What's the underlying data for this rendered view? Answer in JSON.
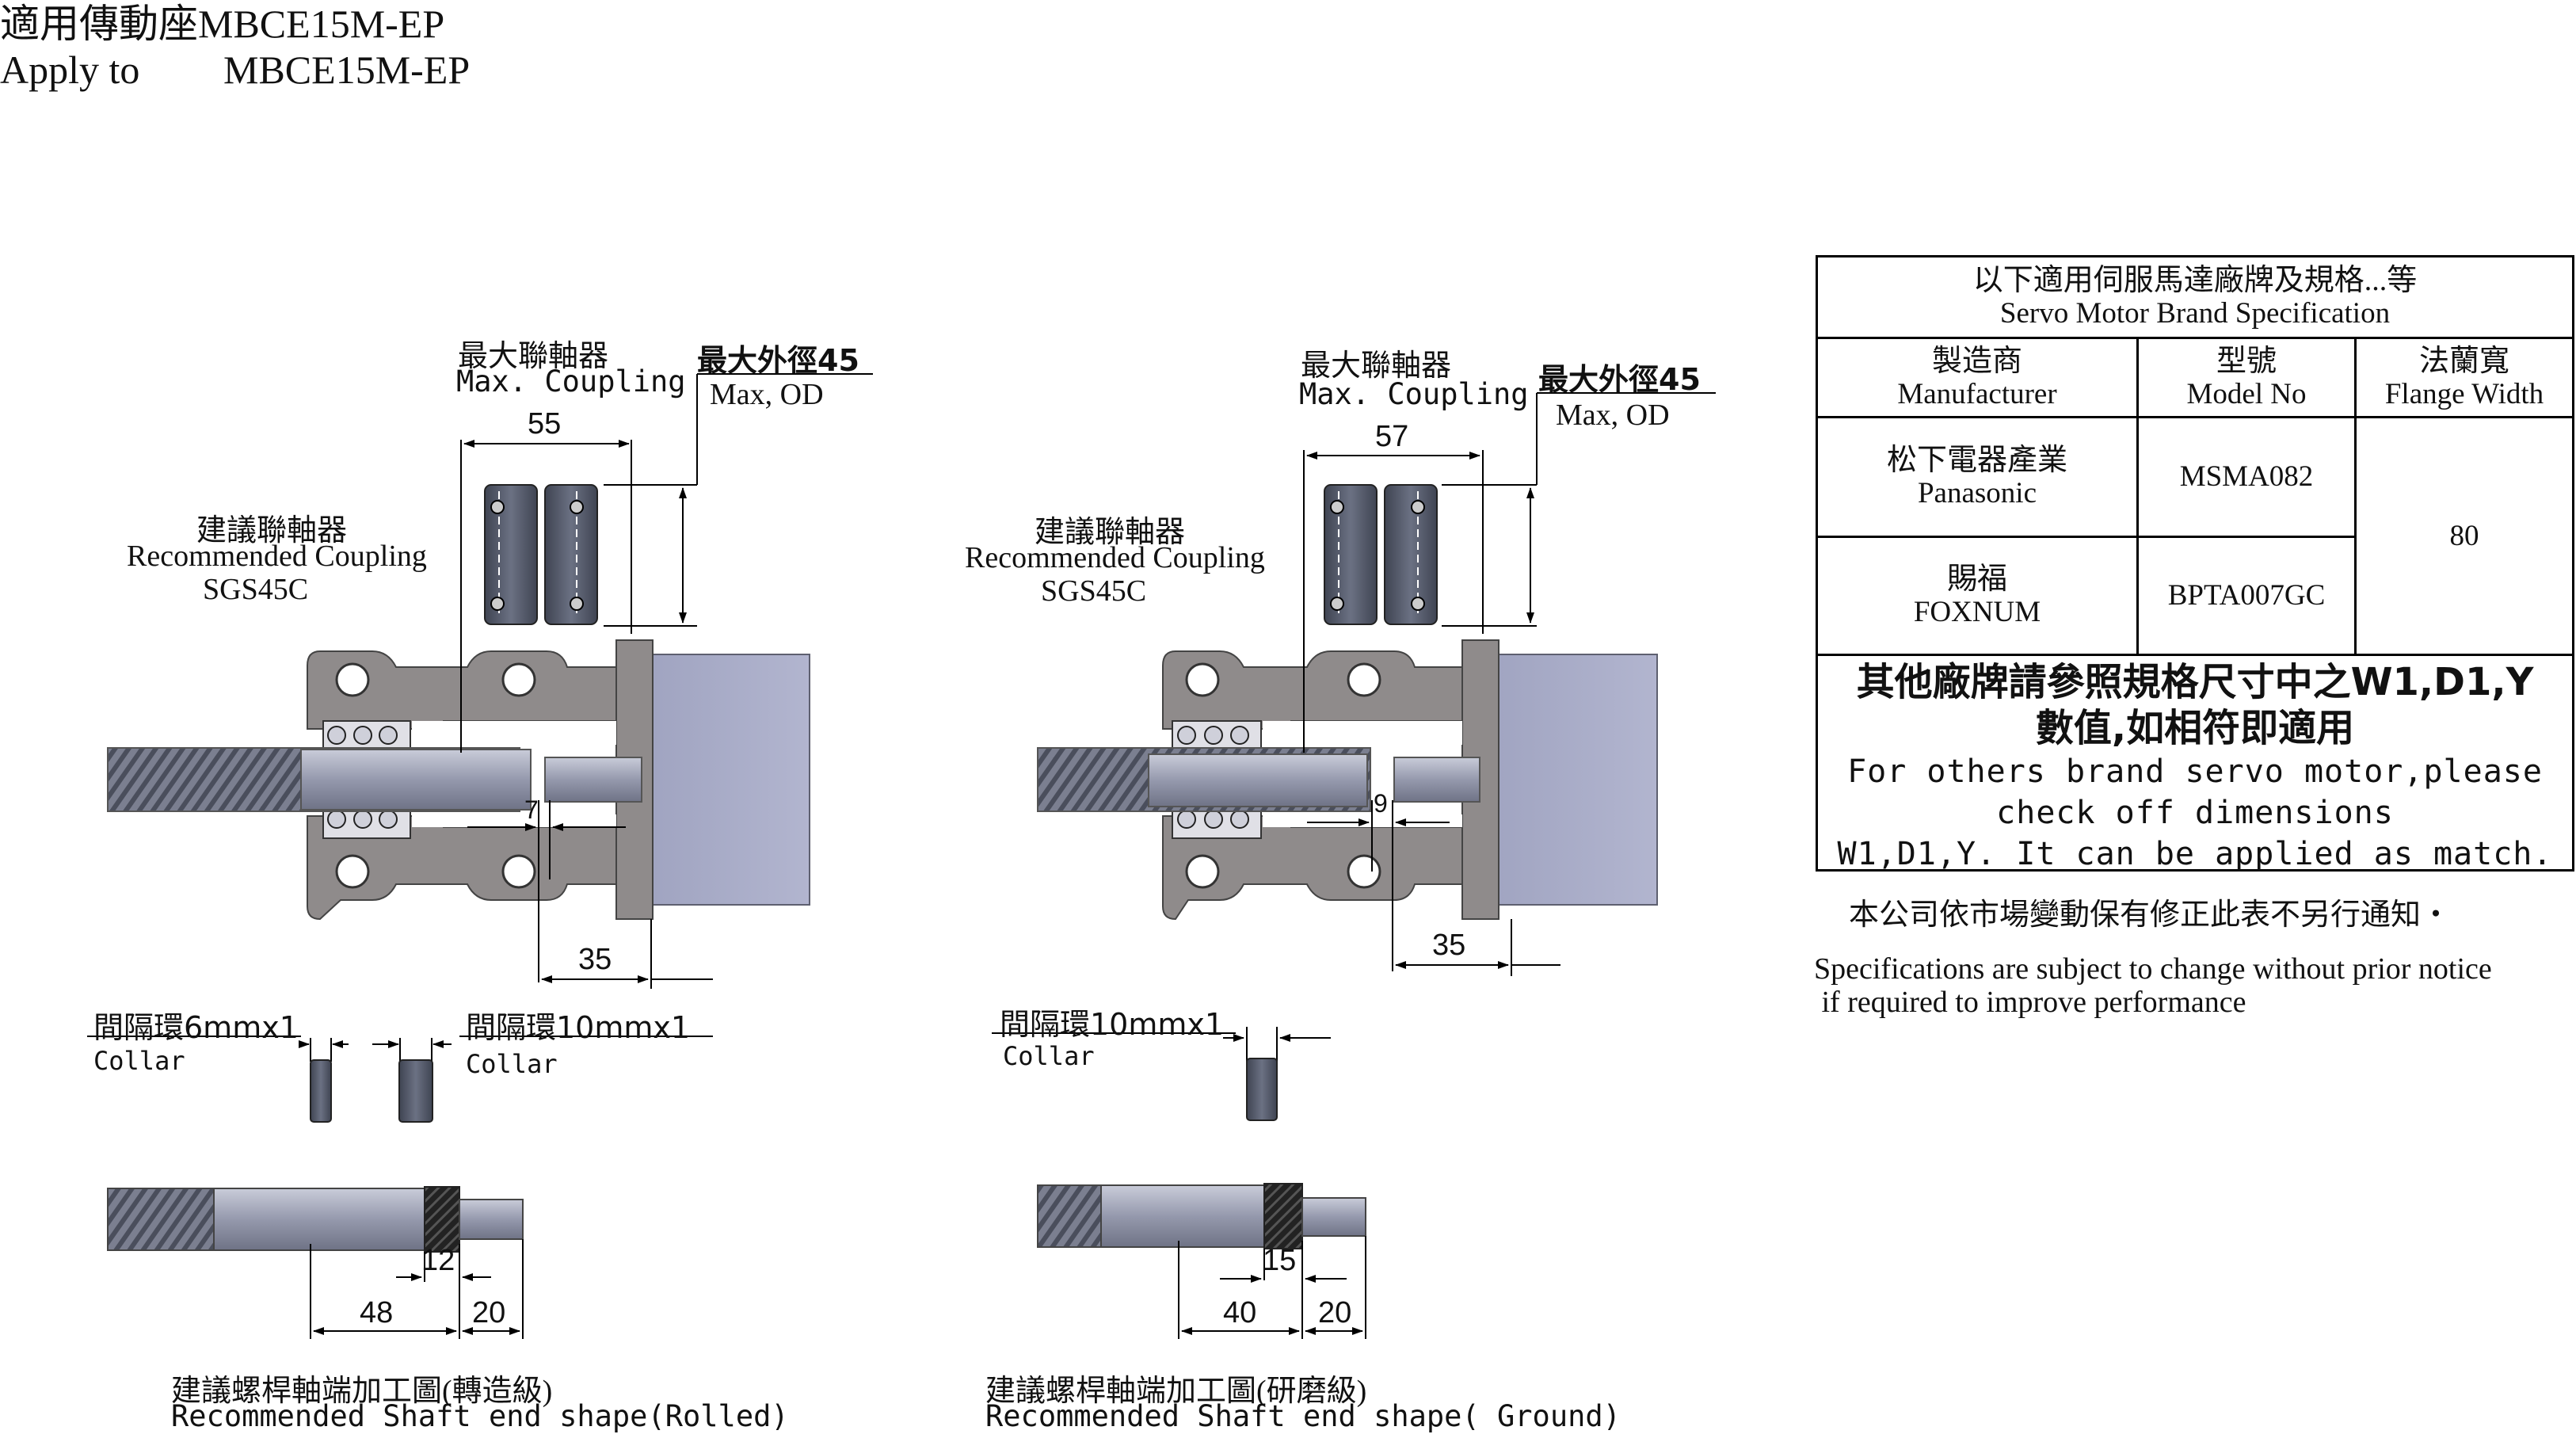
{
  "header": {
    "line1": "適用傳動座MBCE15M-EP",
    "line2_prefix": "Apply to",
    "line2_model": "MBCE15M-EP"
  },
  "left_assembly": {
    "max_coupling_zh": "最大聯軸器",
    "max_coupling_en": "Max. Coupling",
    "max_od_zh": "最大外徑45",
    "max_od_en": "Max, OD",
    "rec_coupling_zh": "建議聯軸器",
    "rec_coupling_en": "Recommended Coupling",
    "rec_coupling_model": "SGS45C",
    "dim_coupling": "55",
    "dim_gap": "7",
    "dim_shaft": "35",
    "collar1_zh": "間隔環6mmx1",
    "collar1_en": "Collar",
    "collar2_zh": "間隔環10mmx1",
    "collar2_en": "Collar",
    "dim_thread": "12",
    "dim_body": "48",
    "dim_end": "20",
    "caption_zh": "建議螺桿軸端加工圖(轉造級)",
    "caption_en": "Recommended Shaft end shape(Rolled)"
  },
  "right_assembly": {
    "max_coupling_zh": "最大聯軸器",
    "max_coupling_en": "Max. Coupling",
    "max_od_zh": "最大外徑45",
    "max_od_en": "Max, OD",
    "rec_coupling_zh": "建議聯軸器",
    "rec_coupling_en": "Recommended Coupling",
    "rec_coupling_model": "SGS45C",
    "dim_coupling": "57",
    "dim_gap": "9",
    "dim_shaft": "35",
    "collar1_zh": "間隔環10mmx1",
    "collar1_en": "Collar",
    "dim_thread": "15",
    "dim_body": "40",
    "dim_end": "20",
    "caption_zh": "建議螺桿軸端加工圖(研磨級)",
    "caption_en": "Recommended Shaft end shape( Ground)"
  },
  "spec_table": {
    "title_zh": "以下適用伺服馬達廠牌及規格...等",
    "title_en": "Servo Motor Brand Specification",
    "headers": [
      {
        "zh": "製造商",
        "en": "Manufacturer"
      },
      {
        "zh": "型號",
        "en": "Model No"
      },
      {
        "zh": "法蘭寬",
        "en": "Flange Width"
      }
    ],
    "rows": [
      {
        "maker_zh": "松下電器產業",
        "maker_en": "Panasonic",
        "model": "MSMA082"
      },
      {
        "maker_zh": "賜福",
        "maker_en": "FOXNUM",
        "model": "BPTA007GC"
      }
    ],
    "flange_width": "80",
    "note_zh_1": "其他廠牌請參照規格尺寸中之W1,D1,Y",
    "note_zh_2": "數值,如相符即適用",
    "note_en_1": "For others brand servo motor,please",
    "note_en_2": "check off dimensions",
    "note_en_3": "W1,D1,Y.  It can be applied as match."
  },
  "notices": {
    "zh": "本公司依市場變動保有修正此表不另行通知・",
    "en_1": "Specifications are subject to change without prior notice",
    "en_2": " if required to improve performance"
  },
  "colors": {
    "housing": "#8f8b8b",
    "housing_dark": "#5e5a5a",
    "motor": "#a6aac6",
    "shaft": "#a7abbe",
    "coupling": "#4f5566",
    "thread_dark": "#1c1c1c"
  }
}
